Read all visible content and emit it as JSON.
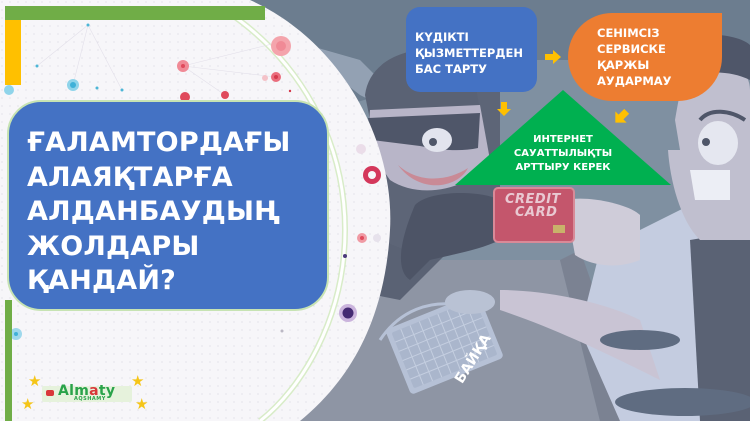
{
  "slide": {
    "title_lines": [
      "ҒАЛАМТОРДАҒЫ",
      "АЛАЯҚТАРҒА",
      "АЛДАНБАУДЫҢ",
      "ЖОЛДАРЫ",
      "ҚАНДАЙ?"
    ]
  },
  "diagram": {
    "box_blue": {
      "lines": [
        "КҮДІКТІ",
        "ҚЫЗМЕТТЕРДЕН",
        "БАС ТАРТУ"
      ],
      "color": "#4472c4"
    },
    "box_orange": {
      "lines": [
        "СЕНІМСІЗ",
        "СЕРВИСКЕ",
        "ҚАРЖЫ",
        "АУДАРМАУ"
      ],
      "color": "#ed7d31"
    },
    "triangle": {
      "lines": [
        "ИНТЕРНЕТ",
        "САУАТТЫЛЫҚТЫ",
        "АРТТЫРУ КЕРЕК"
      ],
      "color": "#00b050"
    },
    "arrow_color": "#ffc000"
  },
  "illustration": {
    "credit_card": {
      "line1": "CREDIT",
      "line2": "CARD"
    },
    "keyboard_label": "БАЙҚА"
  },
  "logo": {
    "main_prefix": "Alm",
    "main_mid": "a",
    "main_suffix": "ty",
    "sub": "AQSHAMY"
  },
  "colors": {
    "title_box": "#4472c4",
    "accent_green": "#70ad47",
    "accent_yellow": "#ffc000",
    "background": "#7f90a1"
  }
}
